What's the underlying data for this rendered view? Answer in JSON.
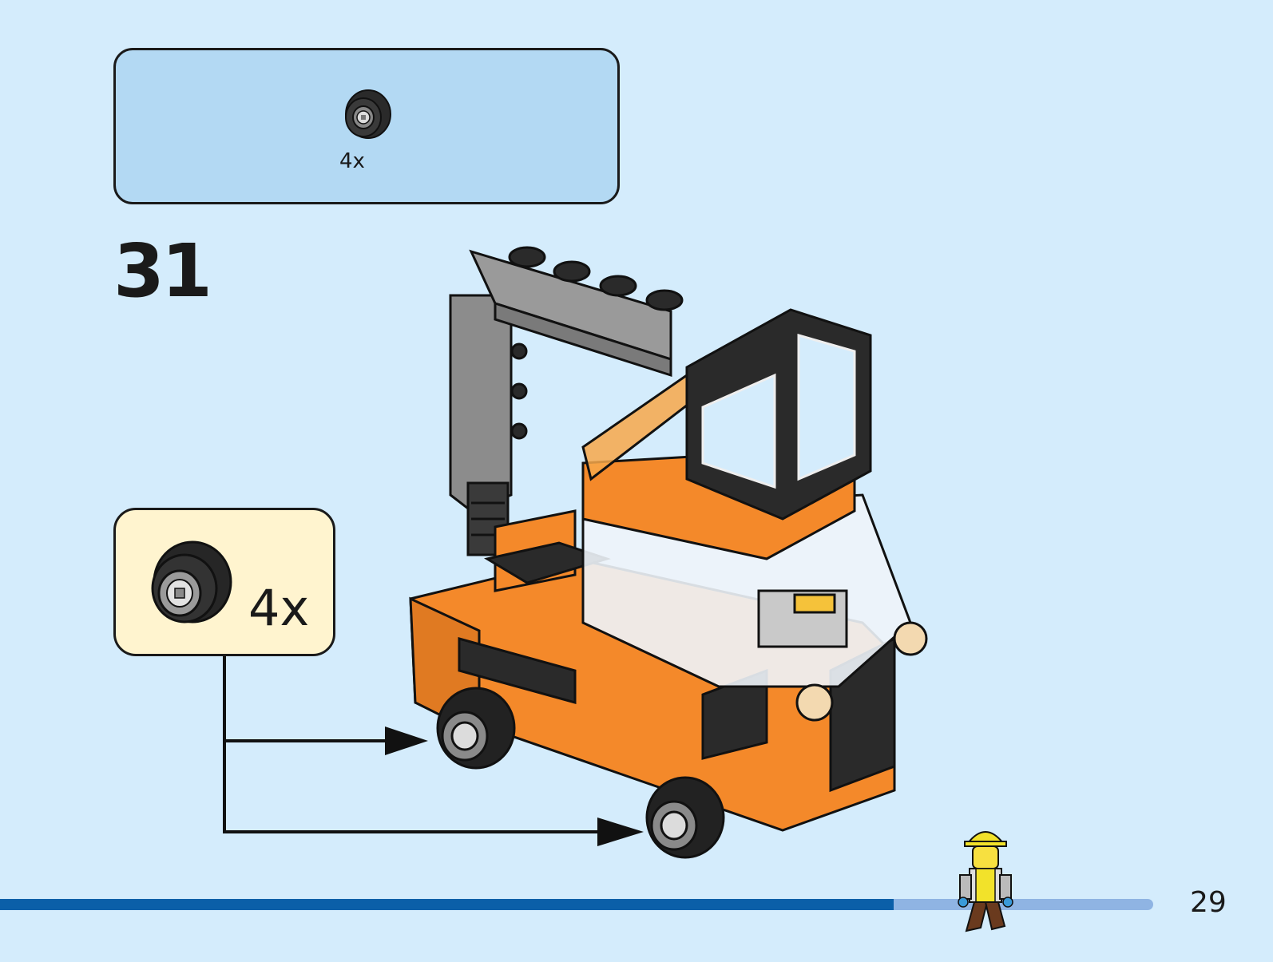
{
  "parts_list": {
    "items": [
      {
        "icon": "wheel-hub-icon",
        "quantity": "4x"
      }
    ]
  },
  "step": {
    "number": "31"
  },
  "callout": {
    "icon": "wheel-hub-icon",
    "quantity": "4x"
  },
  "progress": {
    "fraction": 0.775
  },
  "page": {
    "number": "29"
  },
  "colors": {
    "background": "#d4ecfc",
    "parts_box": "#b3d9f3",
    "callout_box": "#fff4cf",
    "progress_fill": "#0b5fa8",
    "progress_track": "#8fb4e3",
    "truck_body": "#f4892a"
  }
}
